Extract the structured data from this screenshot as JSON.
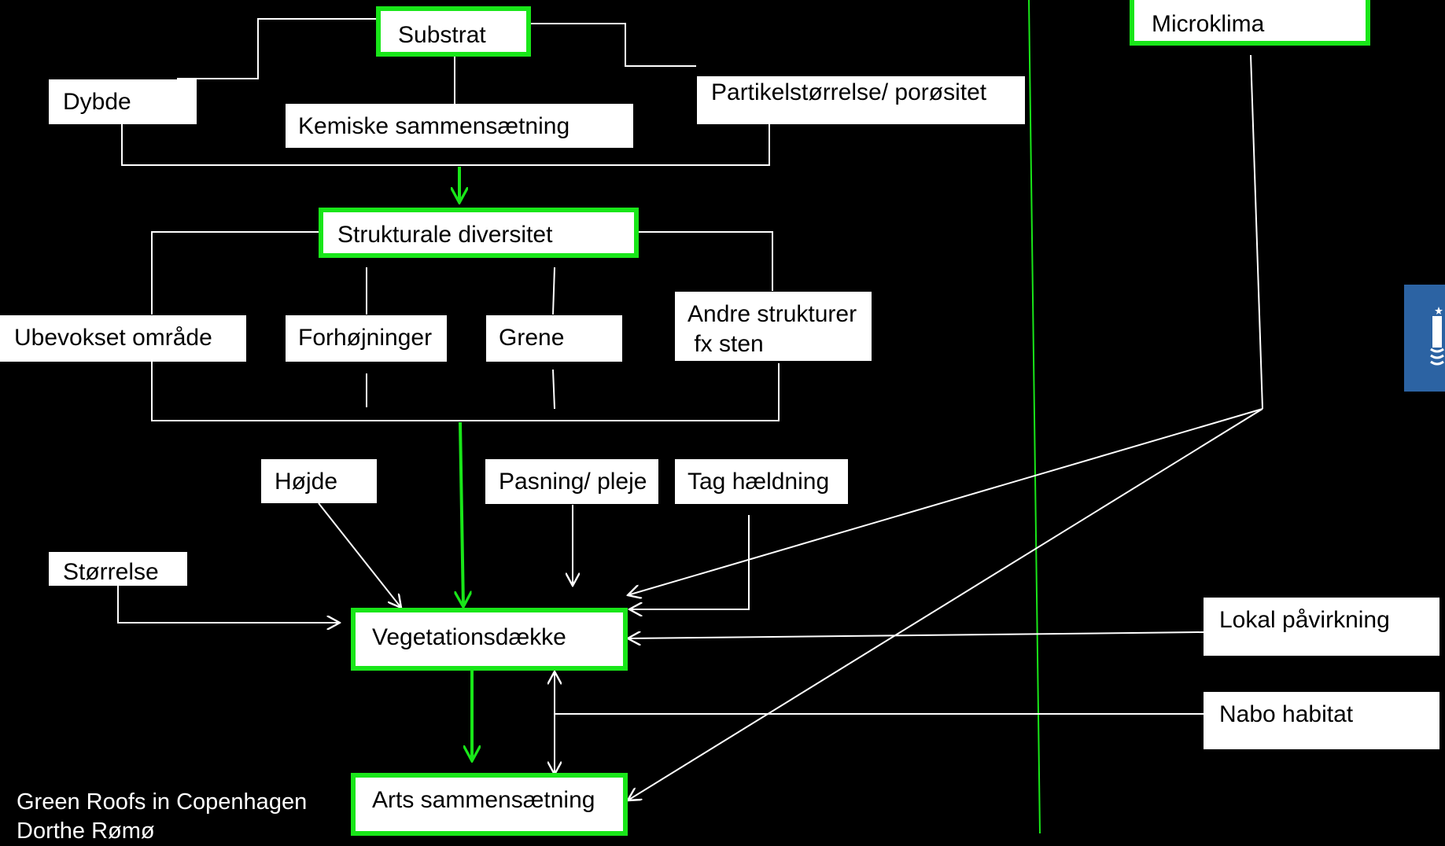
{
  "nodes": {
    "substrat": "Substrat",
    "microklima": "Microklima",
    "dybde": "Dybde",
    "partikel": "Partikelstørrelse/ porøsitet",
    "kemiske": "Kemiske sammensætning",
    "strukturale": "Strukturale diversitet",
    "ubevokset": "Ubevokset område",
    "forhojninger": "Forhøjninger",
    "grene": "Grene",
    "andre_line1": "Andre strukturer",
    "andre_line2": " fx sten",
    "hojde": "Højde",
    "pasning": "Pasning/ pleje",
    "tag": "Tag hældning",
    "storrelse": "Størrelse",
    "vegetation": "Vegetationsdække",
    "lokal": "Lokal påvirkning",
    "nabo": "Nabo habitat",
    "arts": "Arts sammensætning"
  },
  "footer": {
    "line1": "Green Roofs in Copenhagen",
    "line2": "Dorthe Rømø"
  },
  "colors": {
    "highlight": "#19e619",
    "line": "#ffffff",
    "background": "#000000",
    "logo": "#2c63a3"
  },
  "logo_icon": "university-logo-icon"
}
